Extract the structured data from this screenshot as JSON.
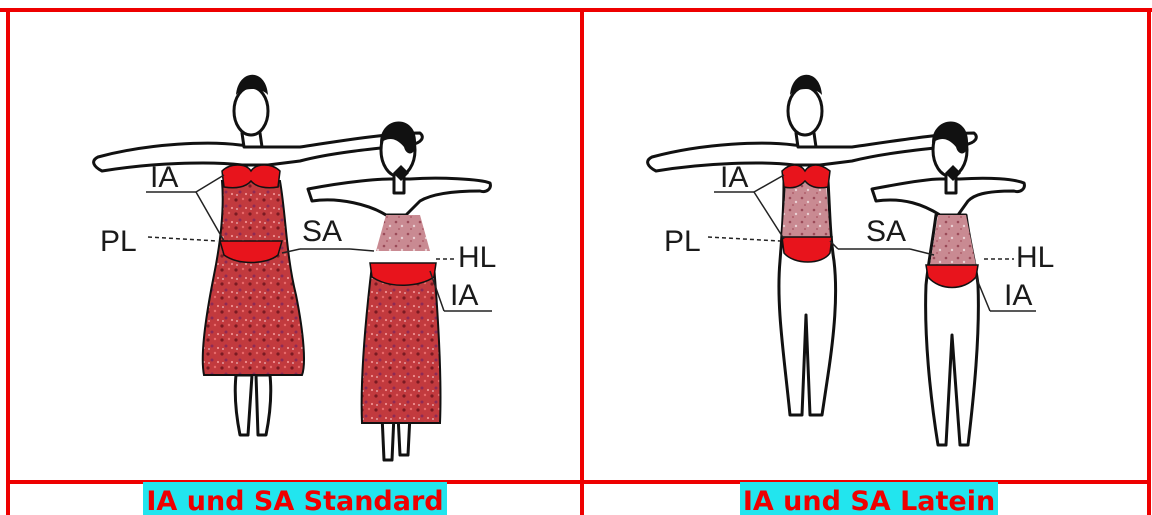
{
  "panels": [
    {
      "labels": {
        "ia_top": "IA",
        "pl": "PL",
        "sa": "SA",
        "hl": "HL",
        "ia_bottom": "IA"
      },
      "caption": "IA und SA Standard"
    },
    {
      "labels": {
        "ia_top": "IA",
        "pl": "PL",
        "sa": "SA",
        "hl": "HL",
        "ia_bottom": "IA"
      },
      "caption": "IA und SA Latein"
    }
  ],
  "colors": {
    "border": "#ee0000",
    "caption_bg": "#22e5ee",
    "caption_text": "#ee0000",
    "costume_red": "#e8141c",
    "dress_red": "#b8303a"
  }
}
